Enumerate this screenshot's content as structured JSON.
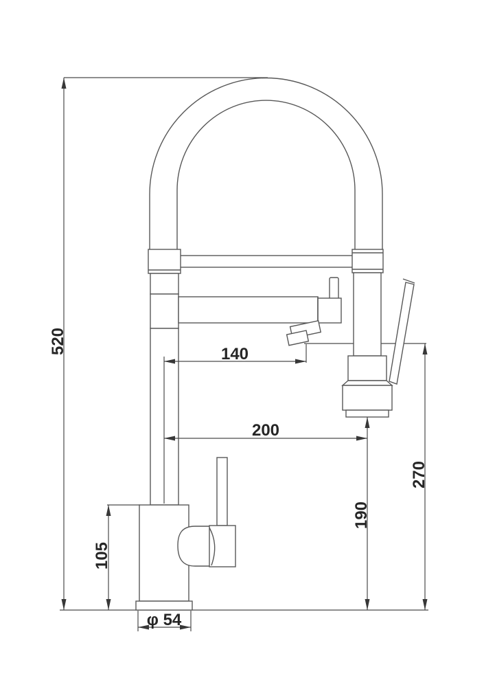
{
  "diagram": {
    "subject": "kitchen-mixer-tap-dimensional-drawing",
    "view": "side-elevation",
    "colors": {
      "background": "#ffffff",
      "outline": "#575757",
      "dimension_line": "#4a4a4a",
      "text": "#262626"
    },
    "labels": {
      "overall_height": "520",
      "spout_reach": "140",
      "spray_reach": "200",
      "spray_head_height": "190",
      "spout_height": "270",
      "body_height": "105",
      "base_diameter": "φ 54"
    }
  }
}
